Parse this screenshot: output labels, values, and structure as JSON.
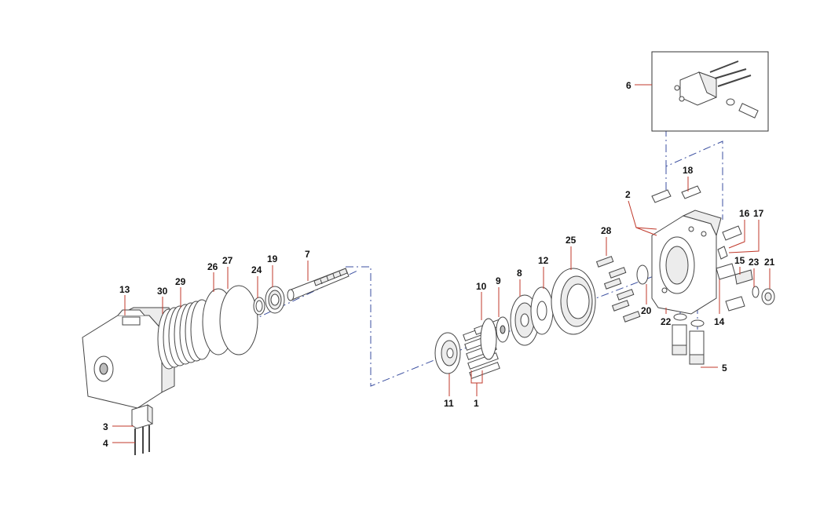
{
  "parts": [
    {
      "id": "p1",
      "number": "1"
    },
    {
      "id": "p2",
      "number": "2"
    },
    {
      "id": "p3",
      "number": "3"
    },
    {
      "id": "p4",
      "number": "4"
    },
    {
      "id": "p5",
      "number": "5"
    },
    {
      "id": "p6",
      "number": "6"
    },
    {
      "id": "p7",
      "number": "7"
    },
    {
      "id": "p8",
      "number": "8"
    },
    {
      "id": "p9",
      "number": "9"
    },
    {
      "id": "p10",
      "number": "10"
    },
    {
      "id": "p11",
      "number": "11"
    },
    {
      "id": "p12",
      "number": "12"
    },
    {
      "id": "p13",
      "number": "13"
    },
    {
      "id": "p14",
      "number": "14"
    },
    {
      "id": "p15",
      "number": "15"
    },
    {
      "id": "p16",
      "number": "16"
    },
    {
      "id": "p17",
      "number": "17"
    },
    {
      "id": "p18",
      "number": "18"
    },
    {
      "id": "p19",
      "number": "19"
    },
    {
      "id": "p20",
      "number": "20"
    },
    {
      "id": "p21",
      "number": "21"
    },
    {
      "id": "p22",
      "number": "22"
    },
    {
      "id": "p23",
      "number": "23"
    },
    {
      "id": "p24",
      "number": "24"
    },
    {
      "id": "p25",
      "number": "25"
    },
    {
      "id": "p26",
      "number": "26"
    },
    {
      "id": "p27",
      "number": "27"
    },
    {
      "id": "p28",
      "number": "28"
    },
    {
      "id": "p29",
      "number": "29"
    },
    {
      "id": "p30",
      "number": "30"
    }
  ]
}
